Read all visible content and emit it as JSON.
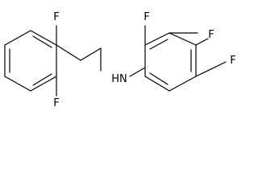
{
  "molecule": {
    "labels": {
      "f_ortho_top": "F",
      "f_ortho_bottom": "F",
      "nh": "HN",
      "f2": "F",
      "f3": "F",
      "f4": "F"
    }
  },
  "colors": {
    "bond": "#000000",
    "text": "#000000",
    "background": "#ffffff"
  }
}
